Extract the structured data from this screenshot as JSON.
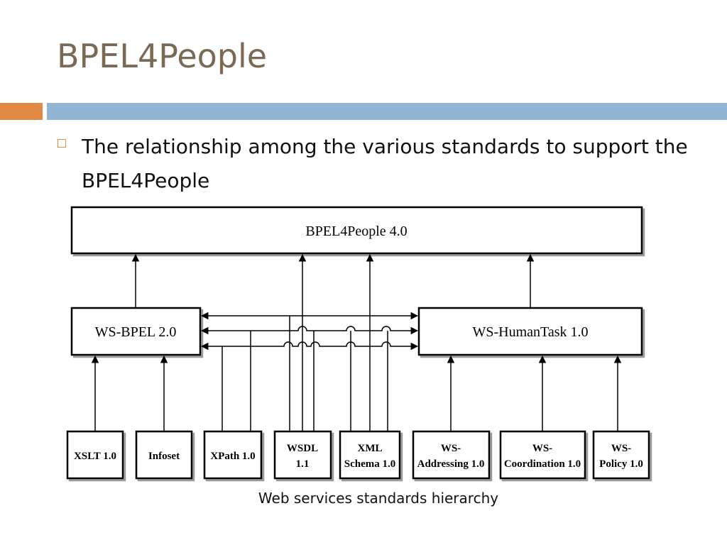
{
  "slide": {
    "title": "BPEL4People",
    "bullet": "The relationship among the various standards to support the BPEL4People",
    "caption": "Web services standards hierarchy"
  },
  "colors": {
    "title": "#7a6a55",
    "accent_orange": "#e08a45",
    "accent_blue": "#93b5d4"
  },
  "diagram": {
    "top": {
      "label": "BPEL4People 4.0"
    },
    "middle_left": {
      "label": "WS-BPEL 2.0"
    },
    "middle_right": {
      "label": "WS-HumanTask 1.0"
    },
    "standards": [
      {
        "lines": [
          "XSLT 1.0"
        ]
      },
      {
        "lines": [
          "Infoset"
        ]
      },
      {
        "lines": [
          "XPath 1.0"
        ]
      },
      {
        "lines": [
          "WSDL",
          "1.1"
        ]
      },
      {
        "lines": [
          "XML",
          "Schema 1.0"
        ]
      },
      {
        "lines": [
          "WS-",
          "Addressing 1.0"
        ]
      },
      {
        "lines": [
          "WS-",
          "Coordination 1.0"
        ]
      },
      {
        "lines": [
          "WS-",
          "Policy 1.0"
        ]
      }
    ]
  }
}
